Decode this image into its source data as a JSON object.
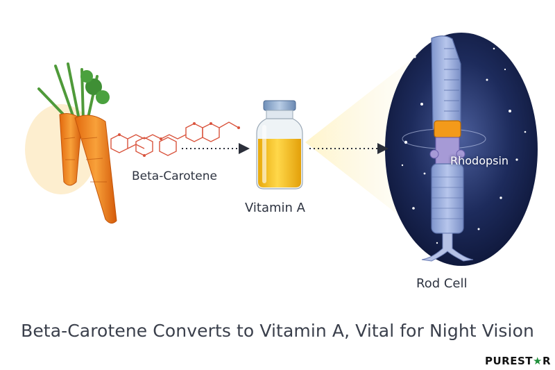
{
  "labels": {
    "beta_carotene": "Beta-Carotene",
    "vitamin_a": "Vitamin A",
    "rod_cell": "Rod Cell",
    "rhodopsin": "Rhodopsin"
  },
  "caption": "Beta-Carotene Converts to Vitamin A, Vital for Night Vision",
  "brand": {
    "prefix": "PUREST",
    "mark": "★",
    "suffix": "R"
  },
  "colors": {
    "carrot": "#f08a1e",
    "molecule": "#d9533c",
    "vitamin_liquid": "#f5c21a",
    "night_sky": "#14204a",
    "rod_cell": "#8fa6d8",
    "brand_star": "#1f8f3a"
  },
  "icons": [
    "carrot-icon",
    "molecule-icon",
    "vial-icon",
    "rod-cell-icon"
  ]
}
